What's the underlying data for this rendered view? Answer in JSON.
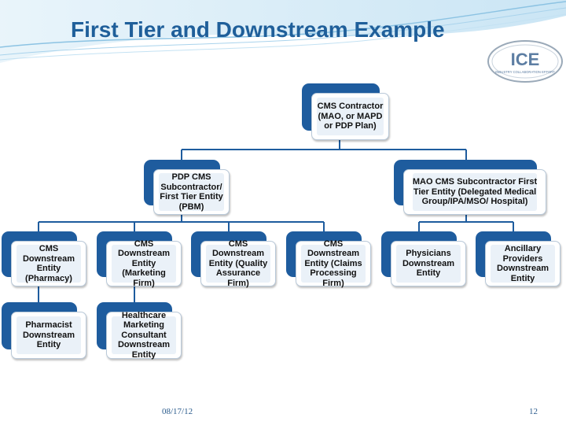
{
  "slide": {
    "title": "First Tier and Downstream Example",
    "date": "08/17/12",
    "page_number": "12"
  },
  "logo": {
    "name": "ICE",
    "tagline": "INDUSTRY COLLABORATION EFFORT"
  },
  "colors": {
    "title": "#1f5f9a",
    "node_tab": "#1e5c9e",
    "node_inner": "#eaf1f8",
    "connector": "#1e5c9e"
  },
  "org_chart": {
    "root": "CMS Contractor (MAO, or MAPD or PDP Plan)",
    "first_tier_pdp": "PDP CMS Subcontractor/ First Tier Entity (PBM)",
    "first_tier_mao": "MAO CMS Subcontractor First Tier Entity (Delegated Medical Group/IPA/MSO/ Hospital)",
    "pharmacy": "CMS Downstream Entity (Pharmacy)",
    "marketing": "CMS Downstream Entity (Marketing Firm)",
    "quality": "CMS Downstream Entity (Quality Assurance Firm)",
    "claims": "CMS Downstream Entity (Claims Processing Firm)",
    "physicians": "Physicians Downstream Entity",
    "ancillary": "Ancillary Providers Downstream Entity",
    "pharmacist": "Pharmacist Downstream Entity",
    "healthcare_consultant": "Healthcare Marketing Consultant Downstream Entity"
  }
}
